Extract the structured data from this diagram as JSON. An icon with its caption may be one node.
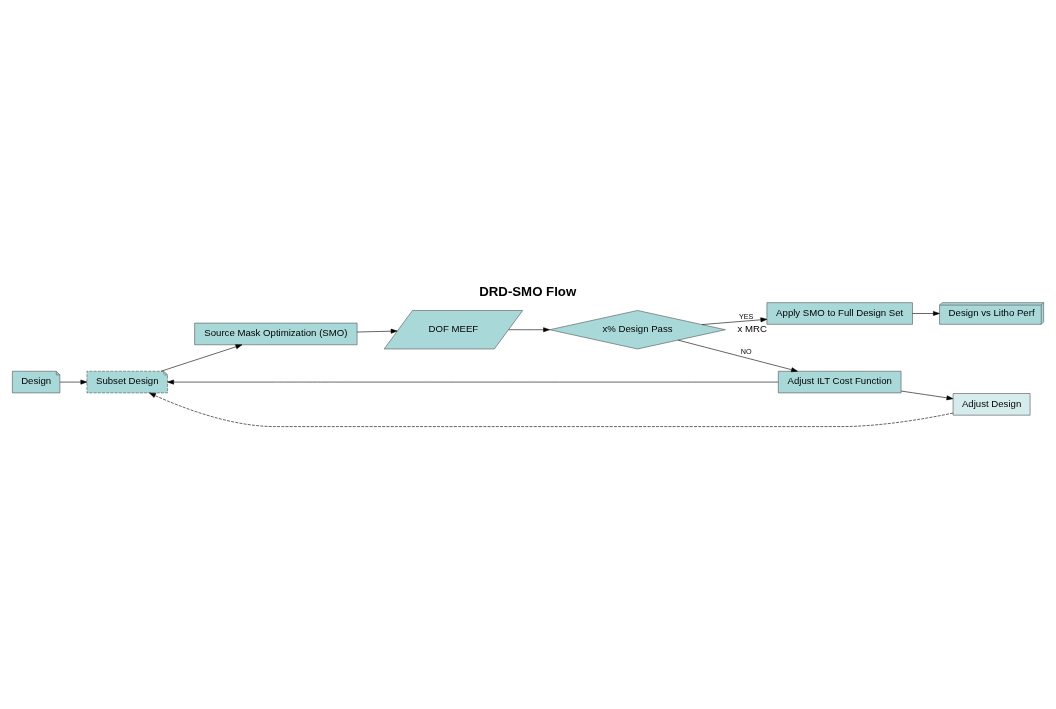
{
  "diagram": {
    "title": "DRD-SMO Flow",
    "nodes": [
      {
        "text": [
          "Design"
        ]
      },
      {
        "text": [
          "Subset Design"
        ]
      },
      {
        "text": [
          "Source Mask Optimization (SMO)"
        ]
      },
      {
        "text": [
          "DOF MEEF"
        ]
      },
      {
        "text": [
          "x% Design Pass"
        ]
      },
      {
        "text": [
          "Adjust ILT Cost Function"
        ]
      },
      {
        "text": [
          "Adjust Design"
        ]
      },
      {
        "text": [
          "Apply SMO to Full Design Set"
        ],
        "beside": [
          "x MRC"
        ]
      },
      {
        "text": [
          "Design vs Litho Perf"
        ]
      }
    ],
    "edges": [
      {
        "from": 0,
        "to": 1,
        "arrow": "to"
      },
      {
        "from": 1,
        "to": 2,
        "arrow": "to"
      },
      {
        "from": 2,
        "to": 3,
        "arrow": "to"
      },
      {
        "from": 3,
        "to": 4,
        "arrow": "to"
      },
      {
        "from": 4,
        "to": 5,
        "arrow": "to",
        "label": "NO"
      },
      {
        "from": 5,
        "to": 1,
        "arrow": "to"
      },
      {
        "from": 5,
        "to": 6,
        "arrow": "to"
      },
      {
        "from": 6,
        "to": 1,
        "arrow": "to",
        "style": "dashed"
      },
      {
        "from": 4,
        "to": 7,
        "arrow": "to",
        "label": "YES"
      },
      {
        "from": 7,
        "to": 8,
        "arrow": "to"
      }
    ]
  }
}
